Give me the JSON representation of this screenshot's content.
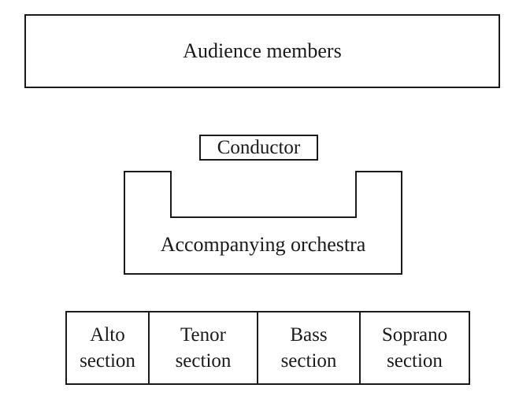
{
  "canvas": {
    "background_color": "#ffffff",
    "line_color": "#1a1a1a"
  },
  "diagram": {
    "audience_label": "Audience members",
    "conductor_label": "Conductor",
    "orchestra_label": "Accompanying orchestra",
    "sections": [
      {
        "line1": "Alto",
        "line2": "section"
      },
      {
        "line1": "Tenor",
        "line2": "section"
      },
      {
        "line1": "Bass",
        "line2": "section"
      },
      {
        "line1": "Soprano",
        "line2": "section"
      }
    ]
  }
}
